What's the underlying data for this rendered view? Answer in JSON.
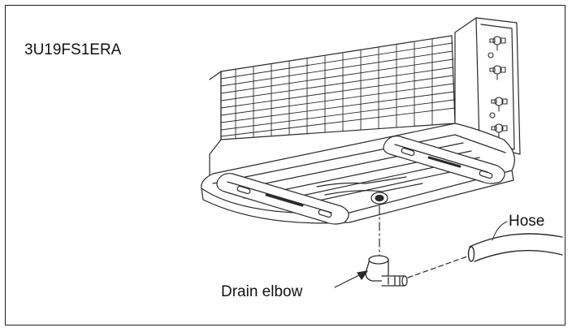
{
  "diagram": {
    "model_label": "3U19FS1ERA",
    "callouts": {
      "hose": "Hose",
      "drain_elbow": "Drain elbow"
    },
    "line_color": "#2a2a2a",
    "background_color": "#ffffff"
  }
}
